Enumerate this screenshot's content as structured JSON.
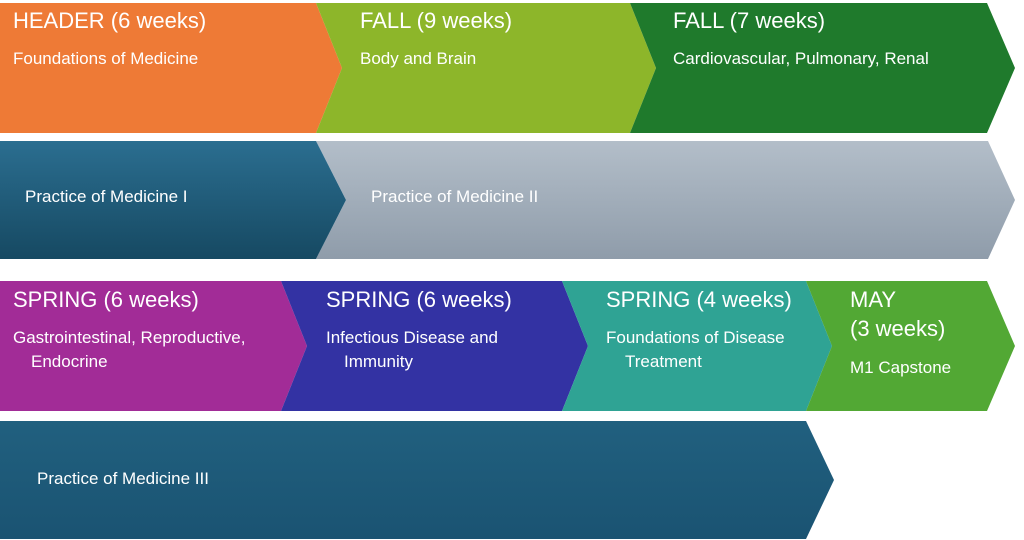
{
  "row1": {
    "header_block": {
      "title": "HEADER (6 weeks)",
      "subtitle": "Foundations of Medicine",
      "color": "#EE7A36"
    },
    "fall_block_1": {
      "title": "FALL (9 weeks)",
      "subtitle": "Body and Brain",
      "color": "#8DB62A"
    },
    "fall_block_2": {
      "title": "FALL (7 weeks)",
      "subtitle": "Cardiovascular, Pulmonary, Renal",
      "color": "#1F7A2C"
    }
  },
  "row2": {
    "pom1": {
      "label": "Practice of Medicine I",
      "color": "#1E5877"
    },
    "pom2": {
      "label": "Practice of Medicine II",
      "color": "#A3AFBB"
    }
  },
  "row3": {
    "spring_block_1": {
      "title": "SPRING (6 weeks)",
      "subtitle_line1": "Gastrointestinal, Reproductive,",
      "subtitle_line2": "Endocrine",
      "color": "#A22C97"
    },
    "spring_block_2": {
      "title": "SPRING (6 weeks)",
      "subtitle_line1": "Infectious Disease and",
      "subtitle_line2": "Immunity",
      "color": "#3332A3"
    },
    "spring_block_3": {
      "title": "SPRING (4 weeks)",
      "subtitle_line1": "Foundations of Disease",
      "subtitle_line2": "Treatment",
      "color": "#2FA394"
    },
    "may_block": {
      "title_line1": "MAY",
      "title_line2": "(3 weeks)",
      "subtitle": "M1 Capstone",
      "color": "#52A834"
    }
  },
  "row4": {
    "pom3": {
      "label": "Practice of Medicine III",
      "color": "#1E5877"
    }
  }
}
